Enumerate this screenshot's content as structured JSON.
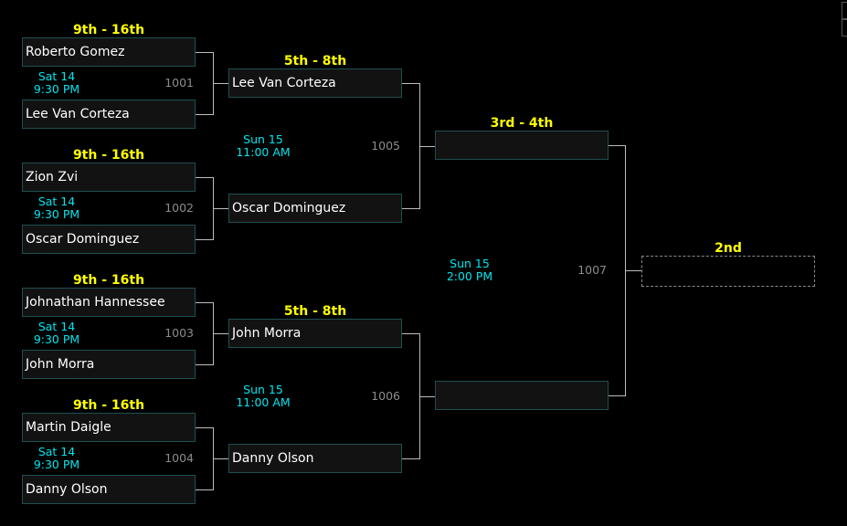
{
  "round1": [
    {
      "label": "9th - 16th",
      "top": "Roberto Gomez",
      "bottom": "Lee Van Corteza",
      "day": "Sat 14",
      "time": "9:30 PM",
      "game": "1001"
    },
    {
      "label": "9th - 16th",
      "top": "Zion Zvi",
      "bottom": "Oscar Dominguez",
      "day": "Sat 14",
      "time": "9:30 PM",
      "game": "1002"
    },
    {
      "label": "9th - 16th",
      "top": "Johnathan Hannessee",
      "bottom": "John Morra",
      "day": "Sat 14",
      "time": "9:30 PM",
      "game": "1003"
    },
    {
      "label": "9th - 16th",
      "top": "Martin Daigle",
      "bottom": "Danny Olson",
      "day": "Sat 14",
      "time": "9:30 PM",
      "game": "1004"
    }
  ],
  "round2": [
    {
      "label": "5th - 8th",
      "top": "Lee Van Corteza",
      "bottom": "Oscar Dominguez",
      "day": "Sun 15",
      "time": "11:00 AM",
      "game": "1005"
    },
    {
      "label": "5th - 8th",
      "top": "John Morra",
      "bottom": "Danny Olson",
      "day": "Sun 15",
      "time": "11:00 AM",
      "game": "1006"
    }
  ],
  "round3": [
    {
      "label": "3rd - 4th",
      "top": "",
      "bottom": "",
      "day": "Sun 15",
      "time": "2:00 PM",
      "game": "1007"
    }
  ],
  "final": {
    "label": "2nd",
    "name": ""
  }
}
